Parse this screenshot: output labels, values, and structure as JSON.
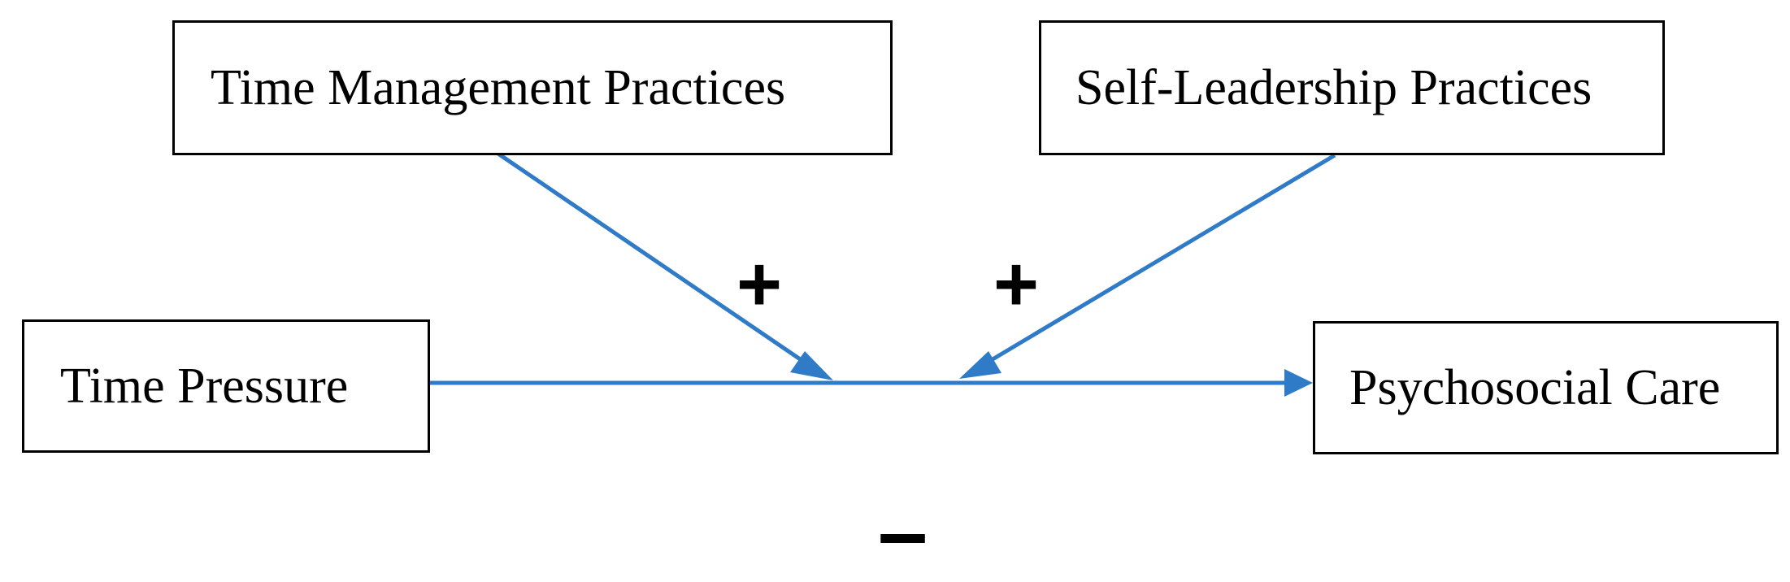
{
  "diagram": {
    "nodes": {
      "time_management": "Time Management Practices",
      "self_leadership": "Self-Leadership Practices",
      "time_pressure": "Time Pressure",
      "psychosocial_care": "Psychosocial Care"
    },
    "signs": {
      "time_management_effect": "+",
      "self_leadership_effect": "+",
      "main_effect": "–"
    },
    "colors": {
      "arrow": "#2F7BC8",
      "box_border": "#000000",
      "text": "#000000"
    }
  }
}
